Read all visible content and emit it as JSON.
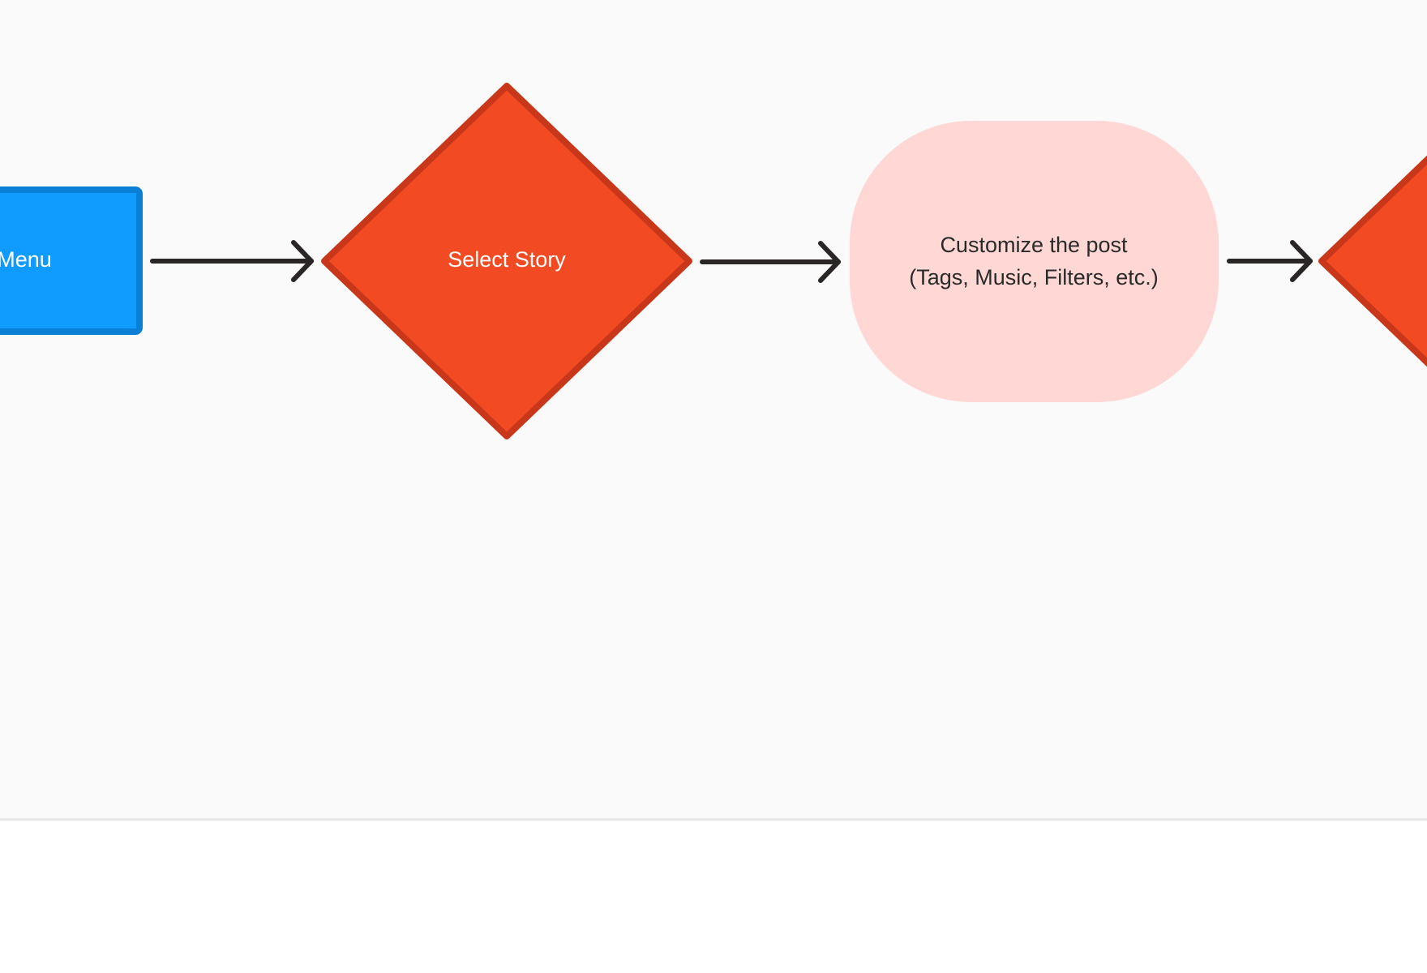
{
  "nodes": {
    "menu": {
      "label": "Menu",
      "shape": "rectangle",
      "fill": "#0f9bff",
      "stroke": "#0a7fd6",
      "text_color": "#ffffff"
    },
    "select_story": {
      "label": "Select Story",
      "shape": "diamond",
      "fill": "#f24a22",
      "stroke": "#c9371a",
      "text_color": "#ffffff"
    },
    "customize": {
      "label_line1": "Customize the post",
      "label_line2": "(Tags, Music, Filters, etc.)",
      "shape": "rounded-rectangle",
      "fill": "#ffd7d5",
      "text_color": "#2a2a2a"
    },
    "next_decision": {
      "label": "",
      "shape": "diamond",
      "fill": "#f24a22",
      "stroke": "#c9371a"
    }
  },
  "colors": {
    "canvas_background": "#fafafa",
    "arrow": "#2b2626"
  },
  "icons": [
    "arrow-right-icon"
  ]
}
